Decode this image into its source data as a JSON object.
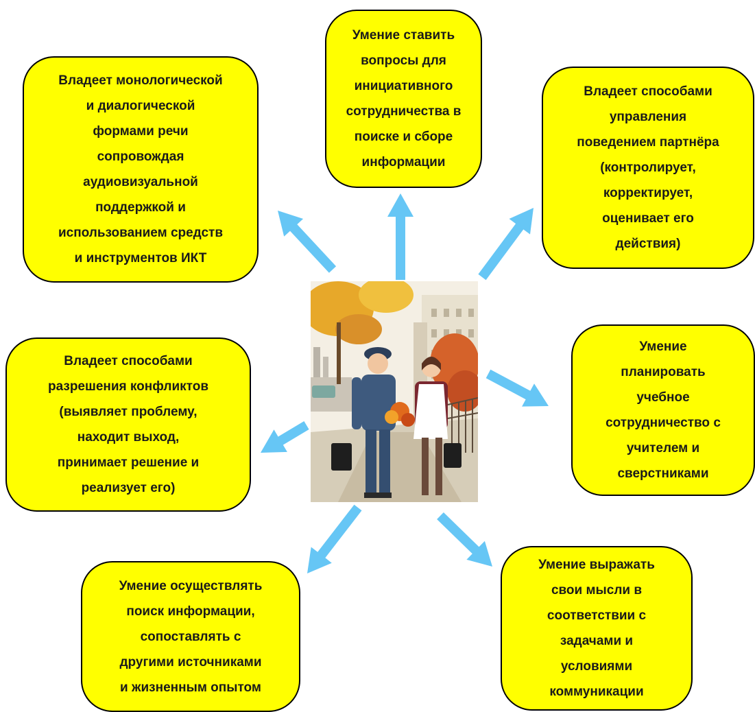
{
  "diagram": {
    "boxes": [
      {
        "text": "Владеет монологической\nи диалогической\nформами речи\nсопровождая\nаудиовизуальной\nподдержкой и\nиспользованием средств\nи инструментов ИКТ"
      },
      {
        "text": "Умение ставить\nвопросы для\nинициативного\nсотрудничества в\nпоиске и сборе\nинформации"
      },
      {
        "text": "Владеет способами\nуправления\nповедением партнёра\n(контролирует,\nкорректирует,\nоценивает его\nдействия)"
      },
      {
        "text": "Владеет способами\nразрешения  конфликтов\n(выявляет проблему,\nнаходит выход,\nпринимает решение и\nреализует его)"
      },
      {
        "text": "Умение\nпланировать\nучебное\nсотрудничество с\nучителем и\nсверстниками"
      },
      {
        "text": "Умение осуществлять\nпоиск информации,\nсопоставлять с\nдругими источниками\nи жизненным опытом"
      },
      {
        "text": "Умение выражать\nсвои мысли в\nсоответствии с\nзадачами и\nусловиями\nкоммуникации"
      }
    ],
    "colors": {
      "box_fill": "#ffff00",
      "box_border": "#000000",
      "arrow": "#66c6f5"
    },
    "center_image": "illustration of two schoolchildren (a boy and a girl) walking with briefcases and autumn flowers"
  }
}
